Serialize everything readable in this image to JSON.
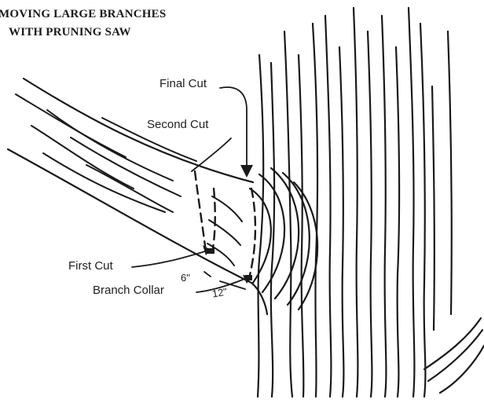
{
  "diagram": {
    "title_lines": [
      "MOVING LARGE BRANCHES",
      "WITH PRUNING SAW"
    ],
    "labels": {
      "final_cut": "Final Cut",
      "second_cut": "Second Cut",
      "first_cut": "First Cut",
      "branch_collar": "Branch Collar"
    },
    "dimensions": {
      "first": "6\"",
      "second": "12\""
    },
    "ink_color": "#1a1a1a",
    "background": "#ffffff"
  }
}
